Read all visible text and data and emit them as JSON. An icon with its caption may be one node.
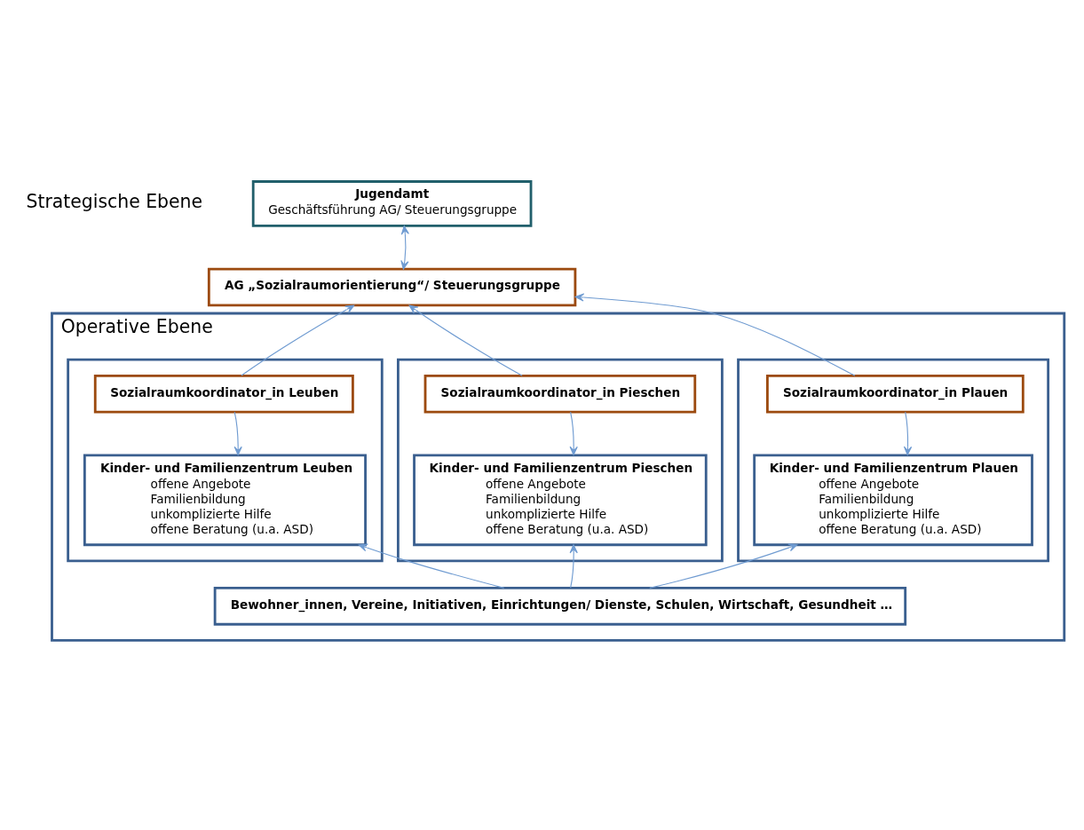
{
  "diagram": {
    "nodes": [
      {
        "text": [
          "Jugendamt",
          "Geschäftsführung AG/ Steuerungsgruppe"
        ]
      },
      {
        "text": [
          "Operative Ebene"
        ]
      },
      {
        "text": [
          "AG „Sozialraumorientierung“/ Steuerungsgruppe"
        ]
      },
      {
        "text": [],
        "shape": "box",
        "in": 1
      },
      {
        "text": [
          "Sozialraumkoordinator_in Plauen"
        ],
        "in": 3
      },
      {
        "text": [
          "Kinder- und Familienzentrum Plauen",
          "offene Angebote",
          "Familienbildung",
          "unkomplizierte Hilfe",
          "offene Beratung (u.a. ASD)"
        ],
        "in": 3
      },
      {
        "text": [],
        "shape": "box",
        "in": 1
      },
      {
        "text": [
          "Sozialraumkoordinator_in Pieschen"
        ],
        "in": 6
      },
      {
        "text": [
          "Kinder- und Familienzentrum Pieschen",
          "offene Angebote",
          "Familienbildung",
          "unkomplizierte Hilfe",
          "offene Beratung (u.a. ASD)"
        ],
        "in": 6
      },
      {
        "text": [],
        "shape": "box",
        "in": 1
      },
      {
        "text": [
          "Sozialraumkoordinator_in Leuben"
        ],
        "in": 9
      },
      {
        "text": [
          "Kinder- und Familienzentrum Leuben",
          "offene Angebote",
          "Familienbildung",
          "unkomplizierte Hilfe",
          "offene Beratung (u.a. ASD)"
        ],
        "in": 9
      },
      {
        "text": [
          "Bewohner_innen, Vereine, Initiativen, Einrichtungen/ Dienste, Schulen, Wirtschaft, Gesundheit …"
        ],
        "in": 1
      }
    ],
    "edges": [
      {
        "from": 0,
        "to": 2,
        "arrow": "both"
      },
      {
        "from": 4,
        "to": 2,
        "arrow": "to"
      },
      {
        "from": 7,
        "to": 2,
        "arrow": "to"
      },
      {
        "from": 10,
        "to": 2,
        "arrow": "to"
      },
      {
        "from": 4,
        "to": 5,
        "arrow": "to"
      },
      {
        "from": 7,
        "to": 8,
        "arrow": "to"
      },
      {
        "from": 10,
        "to": 11,
        "arrow": "to"
      },
      {
        "from": 12,
        "to": 5,
        "arrow": "to"
      },
      {
        "from": 12,
        "to": 8,
        "arrow": "to"
      },
      {
        "from": 12,
        "to": 11,
        "arrow": "to"
      }
    ],
    "labels": [
      "Strategische Ebene"
    ]
  }
}
